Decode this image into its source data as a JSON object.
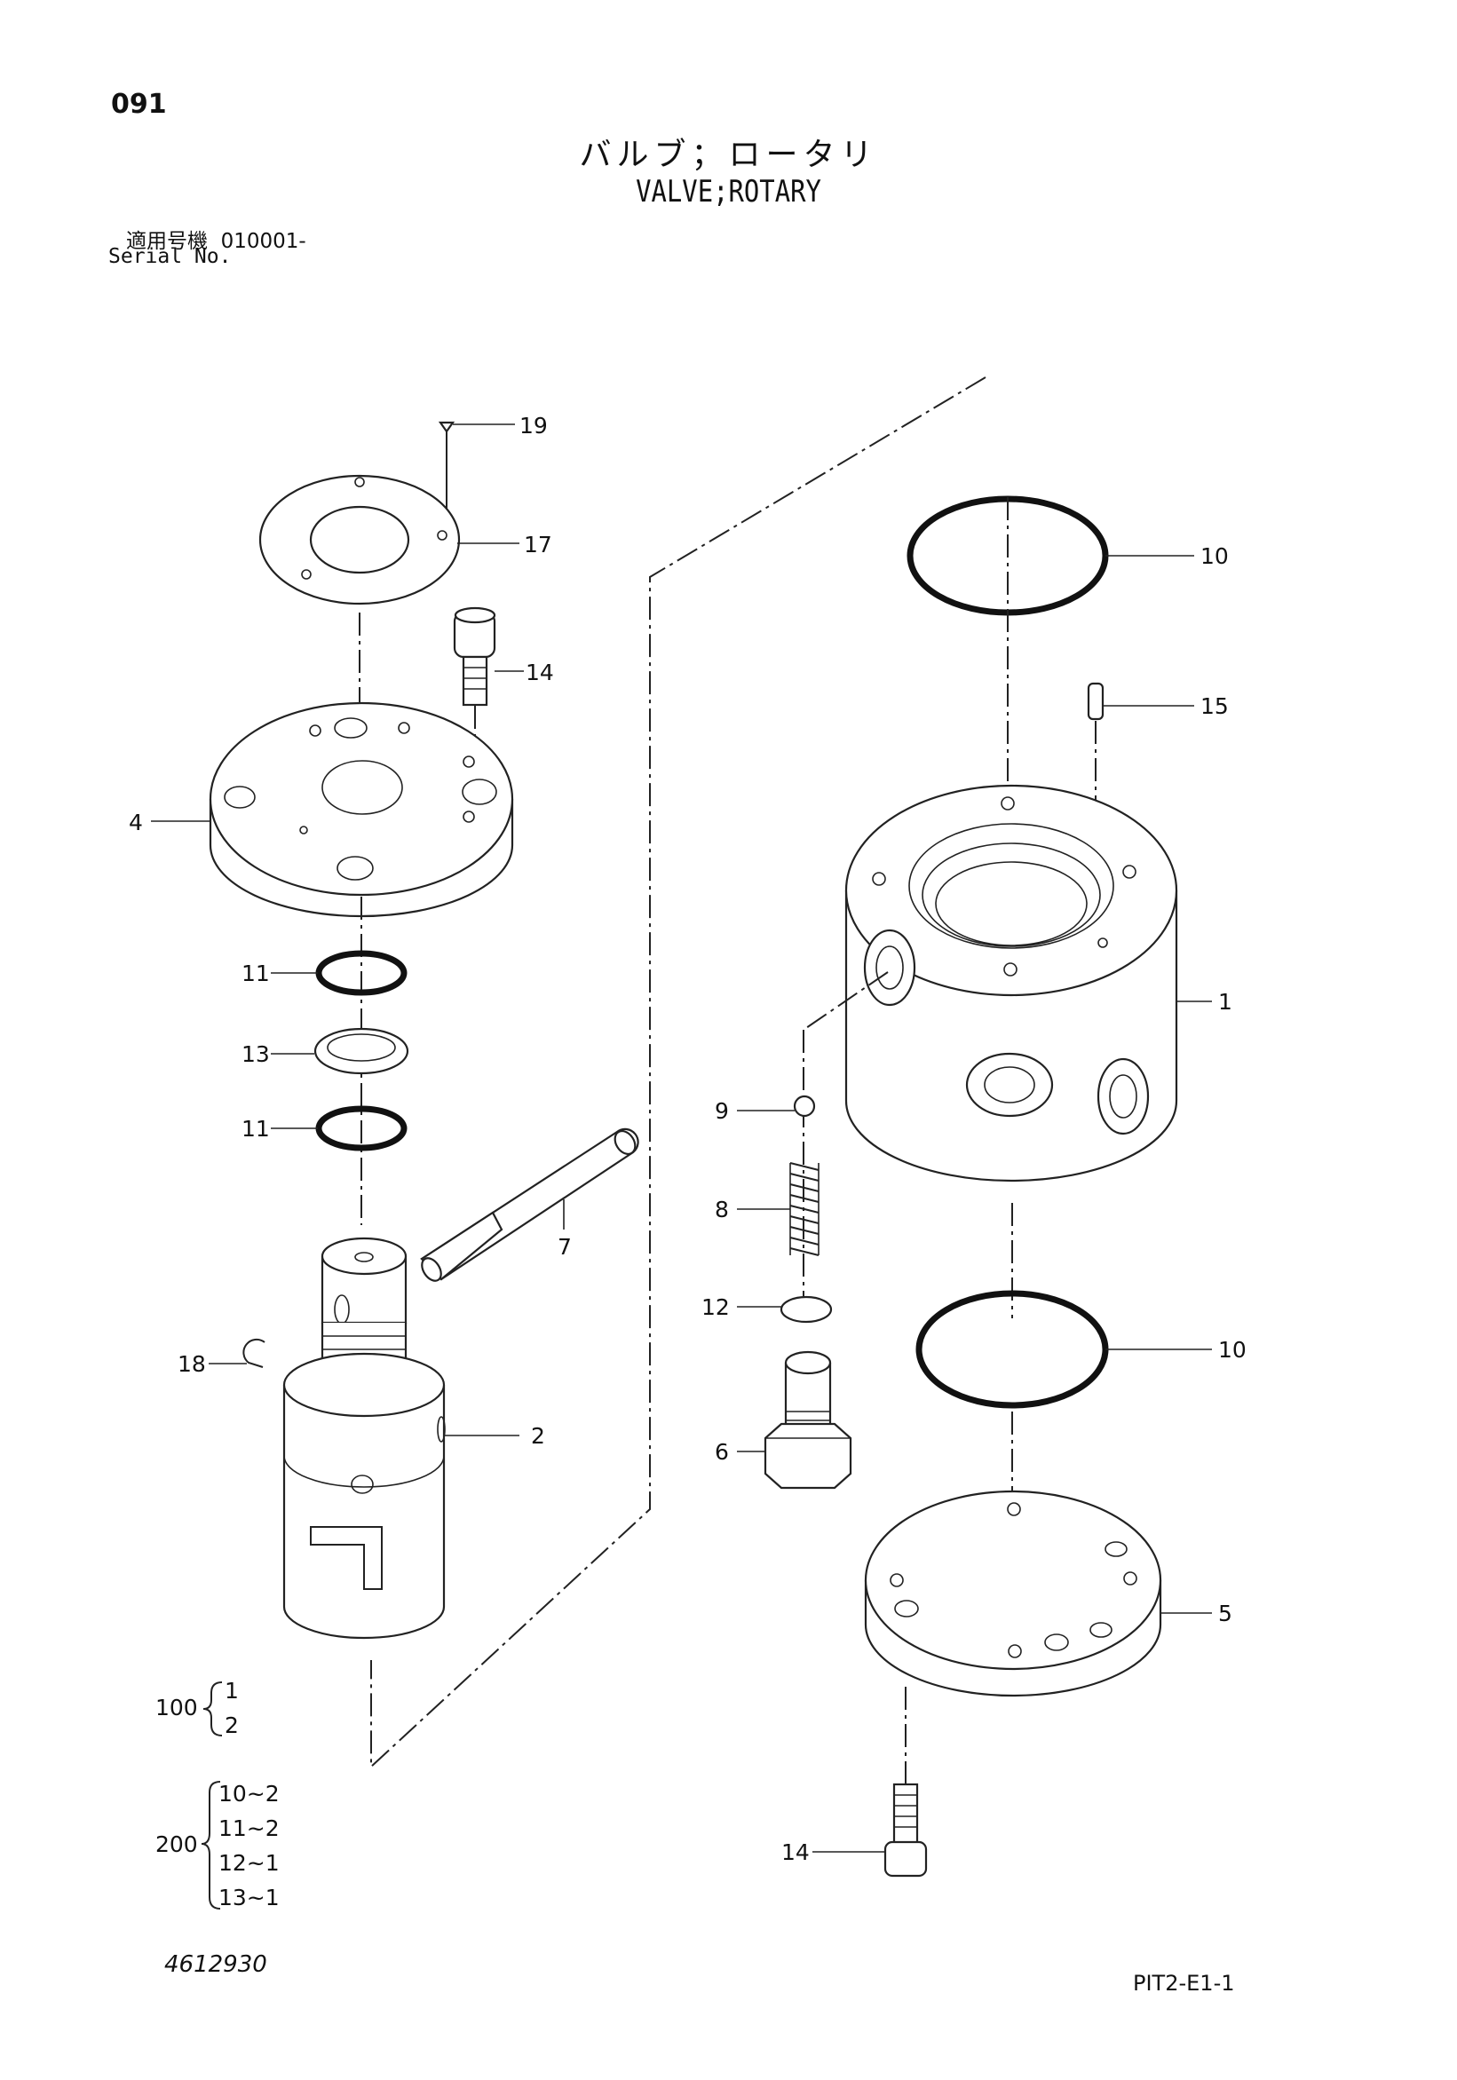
{
  "header": {
    "page_number": "091",
    "title_jp": "バルブ；ロータリ",
    "title_en": "VALVE;ROTARY",
    "serial_label_jp": "適用号機",
    "serial_value": "010001-",
    "serial_label_en": "Serial No."
  },
  "callouts": {
    "c19": "19",
    "c17": "17",
    "c14a": "14",
    "c4": "4",
    "c11a": "11",
    "c13": "13",
    "c11b": "11",
    "c7": "7",
    "c18": "18",
    "c2": "2",
    "c10a": "10",
    "c15": "15",
    "c1": "1",
    "c9": "9",
    "c8": "8",
    "c12": "12",
    "c10b": "10",
    "c6": "6",
    "c5": "5",
    "c14b": "14"
  },
  "kits": {
    "kit100": {
      "number": "100",
      "items": [
        "1",
        "2"
      ]
    },
    "kit200": {
      "number": "200",
      "items": [
        "10~2",
        "11~2",
        "12~1",
        "13~1"
      ]
    }
  },
  "footer": {
    "drawing_number": "4612930",
    "sheet_code": "PIT2-E1-1"
  }
}
